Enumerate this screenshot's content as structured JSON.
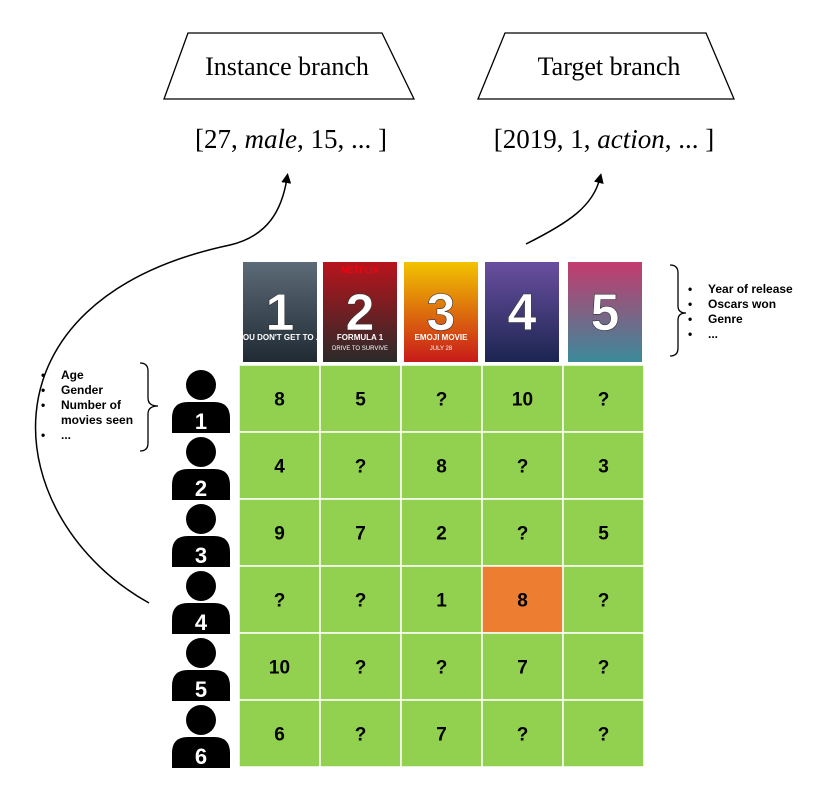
{
  "branches": {
    "instance_label": "Instance branch",
    "target_label": "Target branch",
    "instance_vector_pre": "[27, ",
    "instance_vector_italic": "male",
    "instance_vector_post": ", 15, ... ]",
    "target_vector_pre": "[2019, 1, ",
    "target_vector_italic": "action",
    "target_vector_post": ", ... ]"
  },
  "movies": [
    {
      "number": "1",
      "poster_text": "YOU DON'T GET TO ...",
      "colors": [
        "#1f2a33",
        "#5d6b78"
      ]
    },
    {
      "number": "2",
      "banner": "NETFLIX",
      "poster_text": "FORMULA 1",
      "poster_sub": "DRIVE TO SURVIVE",
      "colors": [
        "#2a2a2a",
        "#b8141c"
      ]
    },
    {
      "number": "3",
      "poster_text": "EMOJI MOVIE",
      "poster_sub": "JULY 28",
      "colors": [
        "#c81a1a",
        "#f2c400"
      ]
    },
    {
      "number": "4",
      "colors": [
        "#1b2550",
        "#6a4fa0"
      ]
    },
    {
      "number": "5",
      "colors": [
        "#3a8a9a",
        "#c33b6e"
      ]
    }
  ],
  "target_features": [
    "Year of release",
    "Oscars won",
    "Genre",
    "..."
  ],
  "user_features": [
    "Age",
    "Gender",
    "Number of movies seen",
    "..."
  ],
  "users": [
    "1",
    "2",
    "3",
    "4",
    "5",
    "6"
  ],
  "matrix": [
    [
      "8",
      "5",
      "?",
      "10",
      "?"
    ],
    [
      "4",
      "?",
      "8",
      "?",
      "3"
    ],
    [
      "9",
      "7",
      "2",
      "?",
      "5"
    ],
    [
      "?",
      "?",
      "1",
      "8",
      "?"
    ],
    [
      "10",
      "?",
      "?",
      "7",
      "?"
    ],
    [
      "6",
      "?",
      "7",
      "?",
      "?"
    ]
  ],
  "highlight": {
    "row": 3,
    "col": 3
  },
  "colors": {
    "cell": "#92d050",
    "highlight": "#ed7d31",
    "grid": "#ffffff",
    "icon": "#000000"
  }
}
